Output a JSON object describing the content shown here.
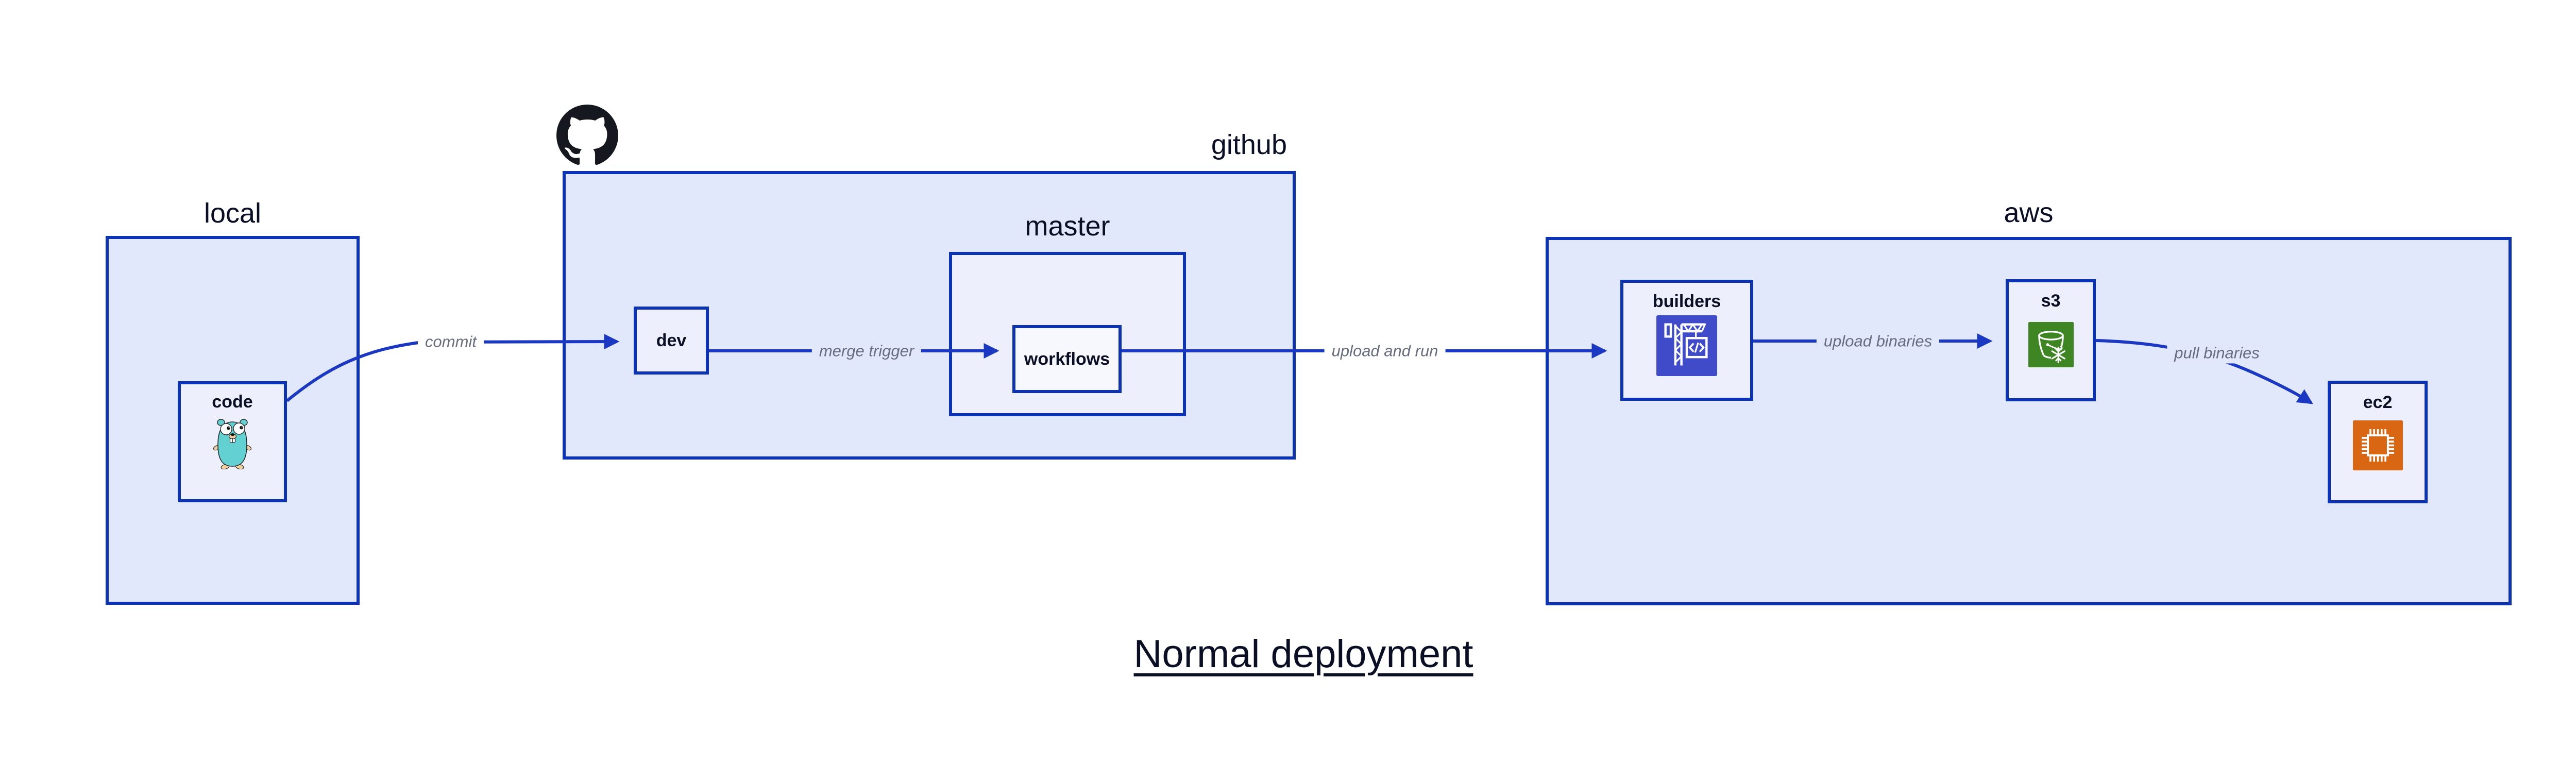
{
  "title": "Normal deployment",
  "colors": {
    "border": "#0C33B3",
    "edge": "#1A38C2",
    "edge_label": "#676C7E",
    "label": "#0A0F25",
    "container_fill": "#E2E8FC",
    "node_fill": "#EDF0FC",
    "inner_node_fill": "#F6F8FE",
    "codebuild_icon_bg": "#3F4BC8",
    "s3_icon_bg": "#3E8624",
    "ec2_icon_bg": "#D86613",
    "gopher_body": "#63D1D2",
    "github_logo": "#15181F"
  },
  "containers": {
    "local": {
      "label": "local"
    },
    "github": {
      "label": "github"
    },
    "master": {
      "label": "master"
    },
    "aws": {
      "label": "aws"
    }
  },
  "nodes": {
    "code": {
      "label": "code",
      "icon": "go-gopher-icon"
    },
    "dev": {
      "label": "dev"
    },
    "workflows": {
      "label": "workflows"
    },
    "builders": {
      "label": "builders",
      "icon": "aws-codebuild-icon"
    },
    "s3": {
      "label": "s3",
      "icon": "aws-s3-glacier-icon"
    },
    "ec2": {
      "label": "ec2",
      "icon": "aws-ec2-icon"
    }
  },
  "edges": [
    {
      "from": "local.code",
      "to": "github.dev",
      "label": "commit"
    },
    {
      "from": "github.dev",
      "to": "github.master.workflows",
      "label": "merge trigger"
    },
    {
      "from": "github.master.workflows",
      "to": "aws.builders",
      "label": "upload and run"
    },
    {
      "from": "aws.builders",
      "to": "aws.s3",
      "label": "upload binaries"
    },
    {
      "from": "aws.s3",
      "to": "aws.ec2",
      "label": "pull binaries"
    }
  ]
}
